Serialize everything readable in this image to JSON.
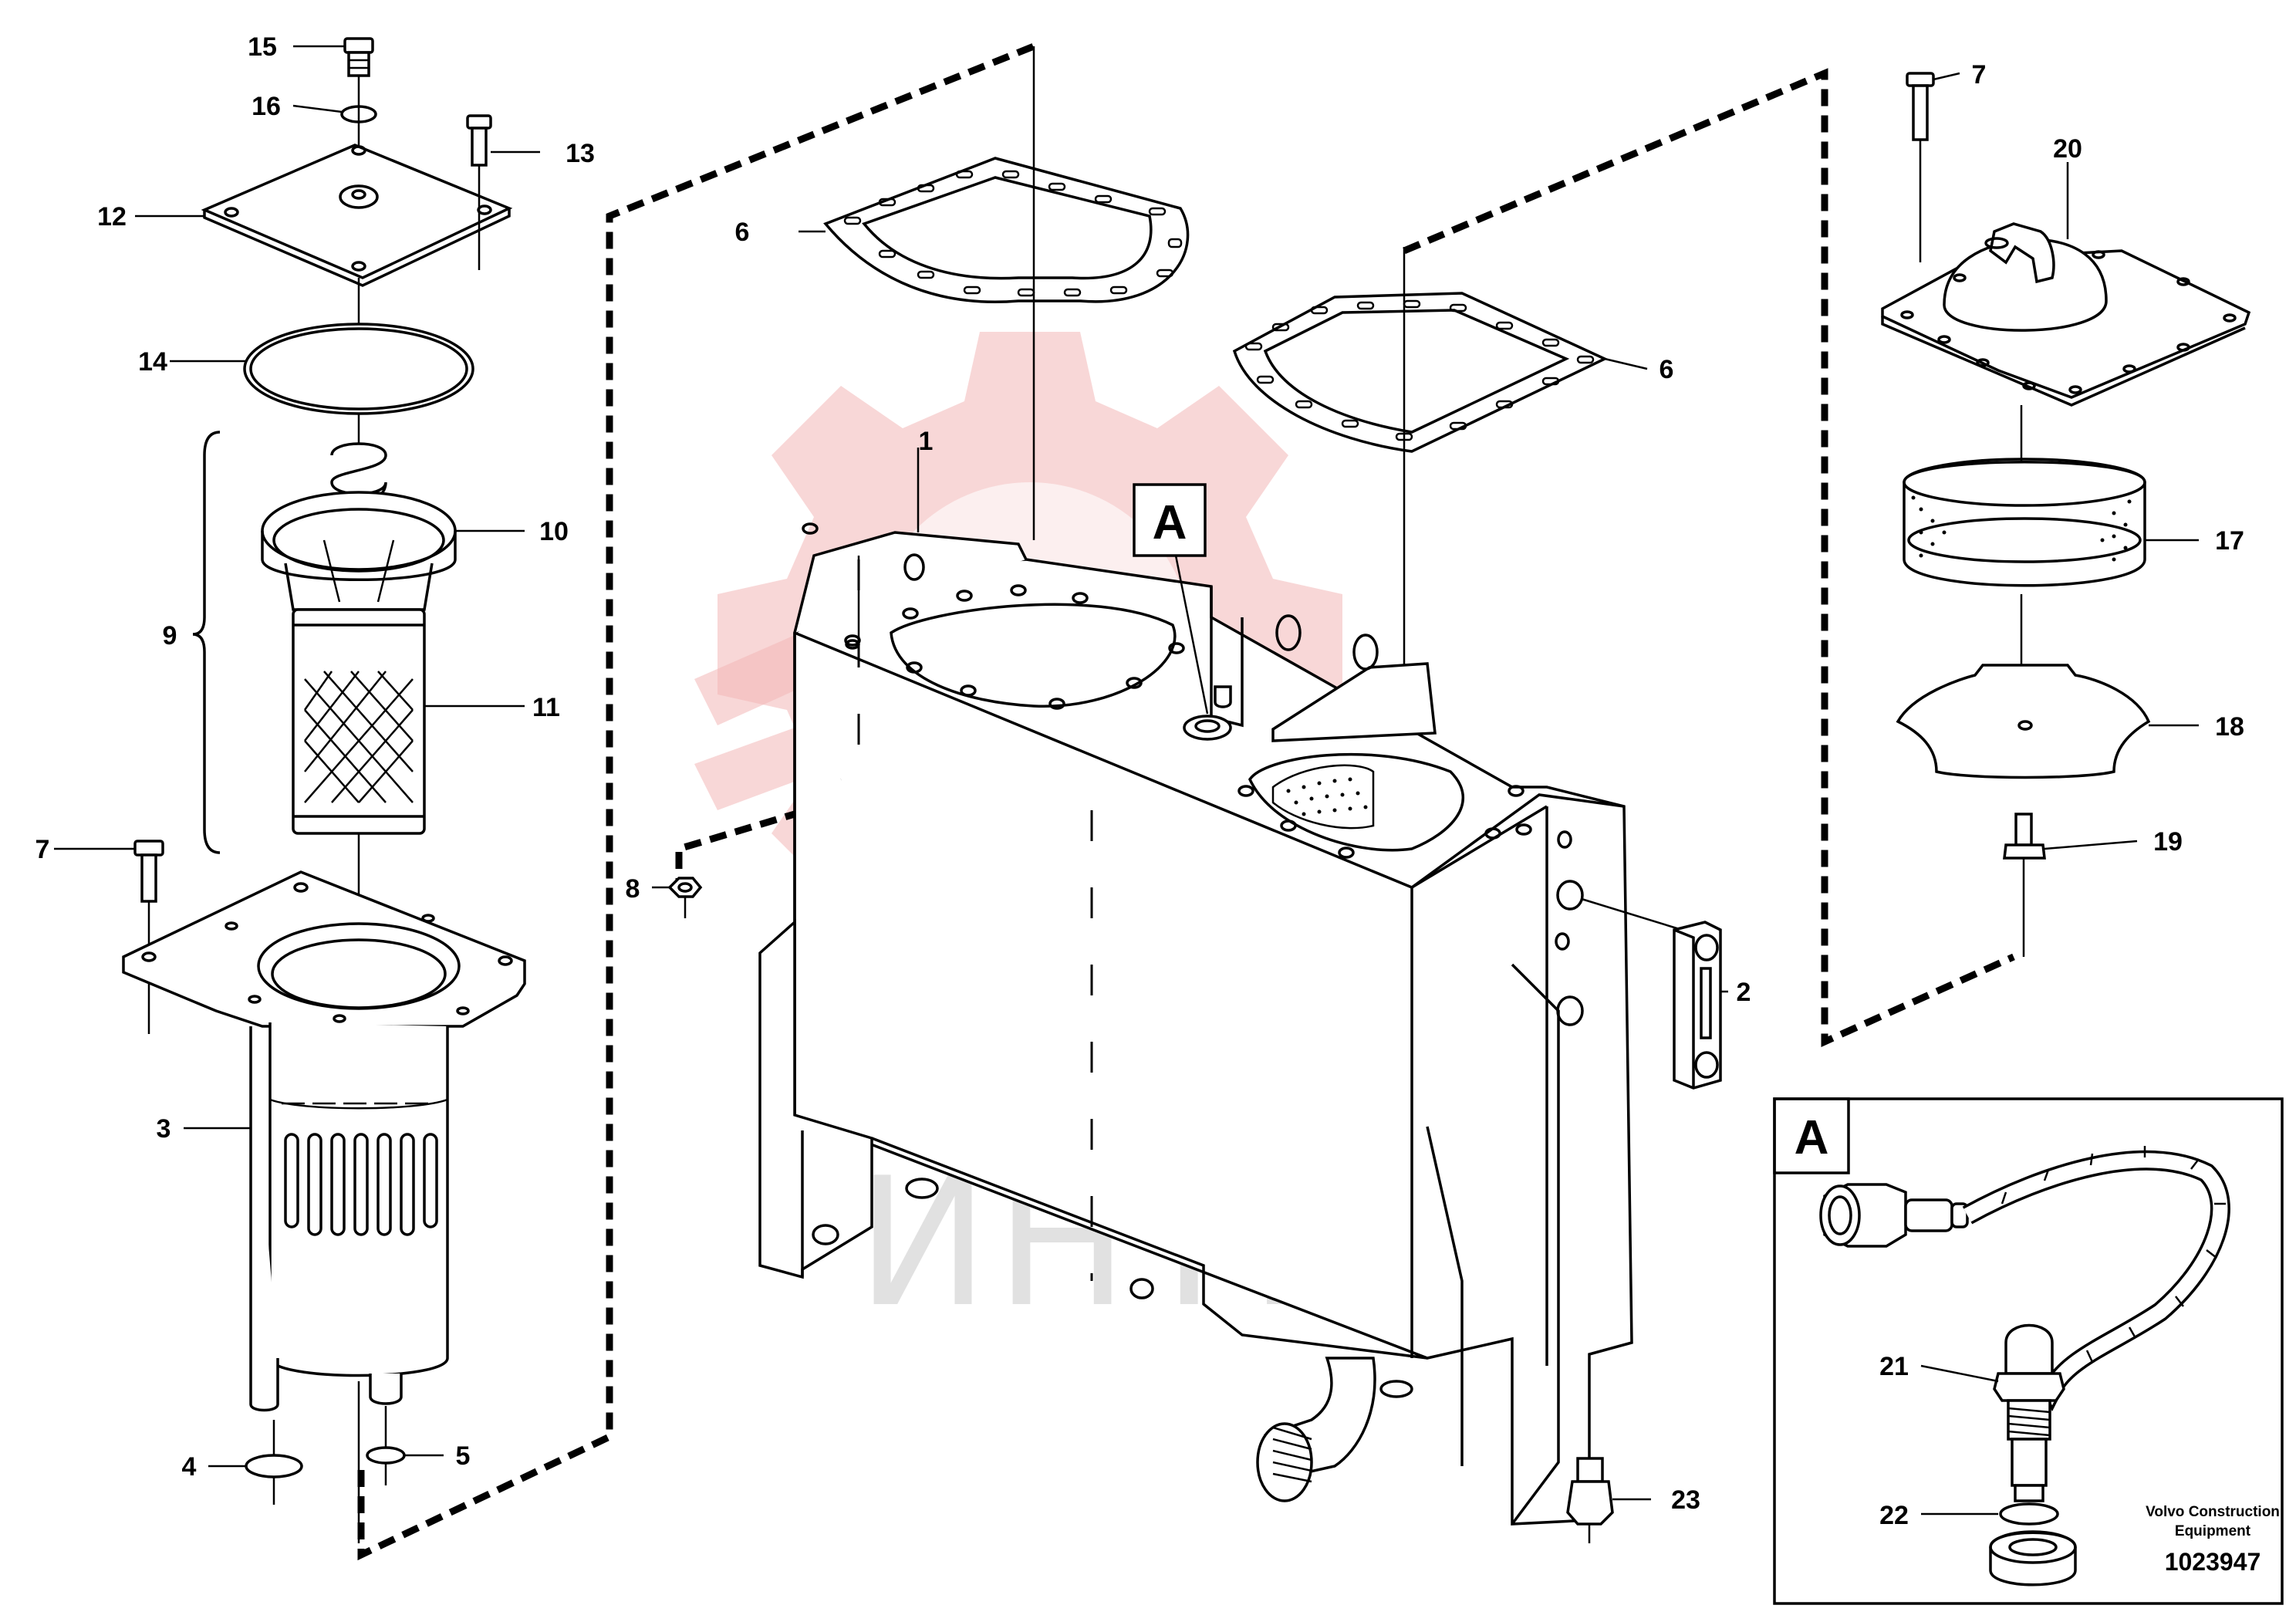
{
  "callouts": {
    "c1": "1",
    "c2": "2",
    "c3": "3",
    "c4": "4",
    "c5": "5",
    "c6a": "6",
    "c6b": "6",
    "c7a": "7",
    "c7b": "7",
    "c8": "8",
    "c9": "9",
    "c10": "10",
    "c11": "11",
    "c12": "12",
    "c13": "13",
    "c14": "14",
    "c15": "15",
    "c16": "16",
    "c17": "17",
    "c18": "18",
    "c19": "19",
    "c20": "20",
    "c21": "21",
    "c22": "22",
    "c23": "23"
  },
  "detail_marker": "A",
  "detail_view": {
    "label": "A",
    "company_line1": "Volvo Construction",
    "company_line2": "Equipment",
    "document_number": "1023947"
  },
  "watermark": {
    "text": "ИНТЕХ",
    "color": "#e83030"
  }
}
